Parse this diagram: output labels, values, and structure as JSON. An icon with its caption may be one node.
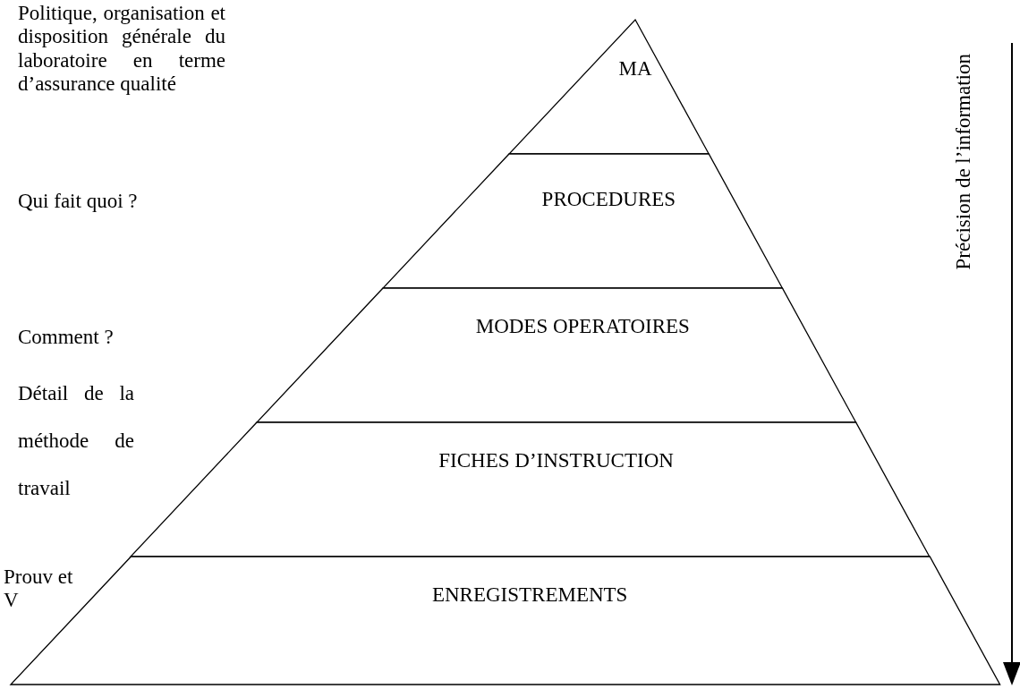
{
  "diagram": {
    "nodes": [
      {
        "text": [
          "MA"
        ]
      },
      {
        "text": [
          "PROCEDURES"
        ]
      },
      {
        "text": [
          "MODES OPERATOIRES"
        ]
      },
      {
        "text": [
          "FICHES D’INSTRUCTION"
        ]
      },
      {
        "text": [
          "ENREGISTREMENTS"
        ]
      }
    ],
    "labels": [
      "Politique, organisation et disposition générale du laboratoire en terme d’assurance qualité",
      "Qui fait quoi ?",
      "Comment ?",
      "Détail de la méthode de travail",
      "Prouv et V",
      "Précision de l’information"
    ]
  }
}
